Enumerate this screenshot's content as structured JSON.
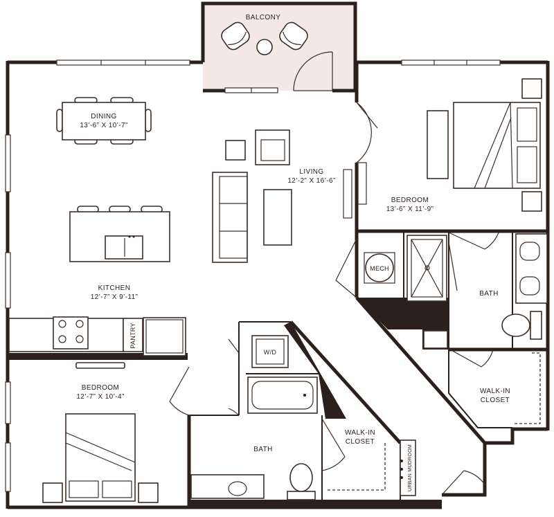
{
  "colors": {
    "wall": "#2b201c",
    "balcony_fill": "#f5e9e7",
    "background": "#ffffff"
  },
  "rooms": {
    "balcony": {
      "name": "BALCONY"
    },
    "dining": {
      "name": "DINING",
      "dims": "13’-6” X 10’-7”"
    },
    "living": {
      "name": "LIVING",
      "dims": "12’-2” X 16’-6”"
    },
    "bedroom_main": {
      "name": "BEDROOM",
      "dims": "13’-6” X 11’-9”"
    },
    "kitchen": {
      "name": "KITCHEN",
      "dims": "12’-7” X 9’-11”"
    },
    "pantry": {
      "name": "PANTRY"
    },
    "mech": {
      "name": "MECH"
    },
    "bath_main": {
      "name": "BATH"
    },
    "wd": {
      "name": "W/D"
    },
    "bedroom_second": {
      "name": "BEDROOM",
      "dims": "12’-7” X 10’-4”"
    },
    "bath_second": {
      "name": "BATH"
    },
    "walkin_second": {
      "line1": "WALK-IN",
      "line2": "CLOSET"
    },
    "walkin_main": {
      "line1": "WALK-IN",
      "line2": "CLOSET"
    },
    "urban_mudroom": {
      "name": "URBAN MUDROOM"
    }
  }
}
